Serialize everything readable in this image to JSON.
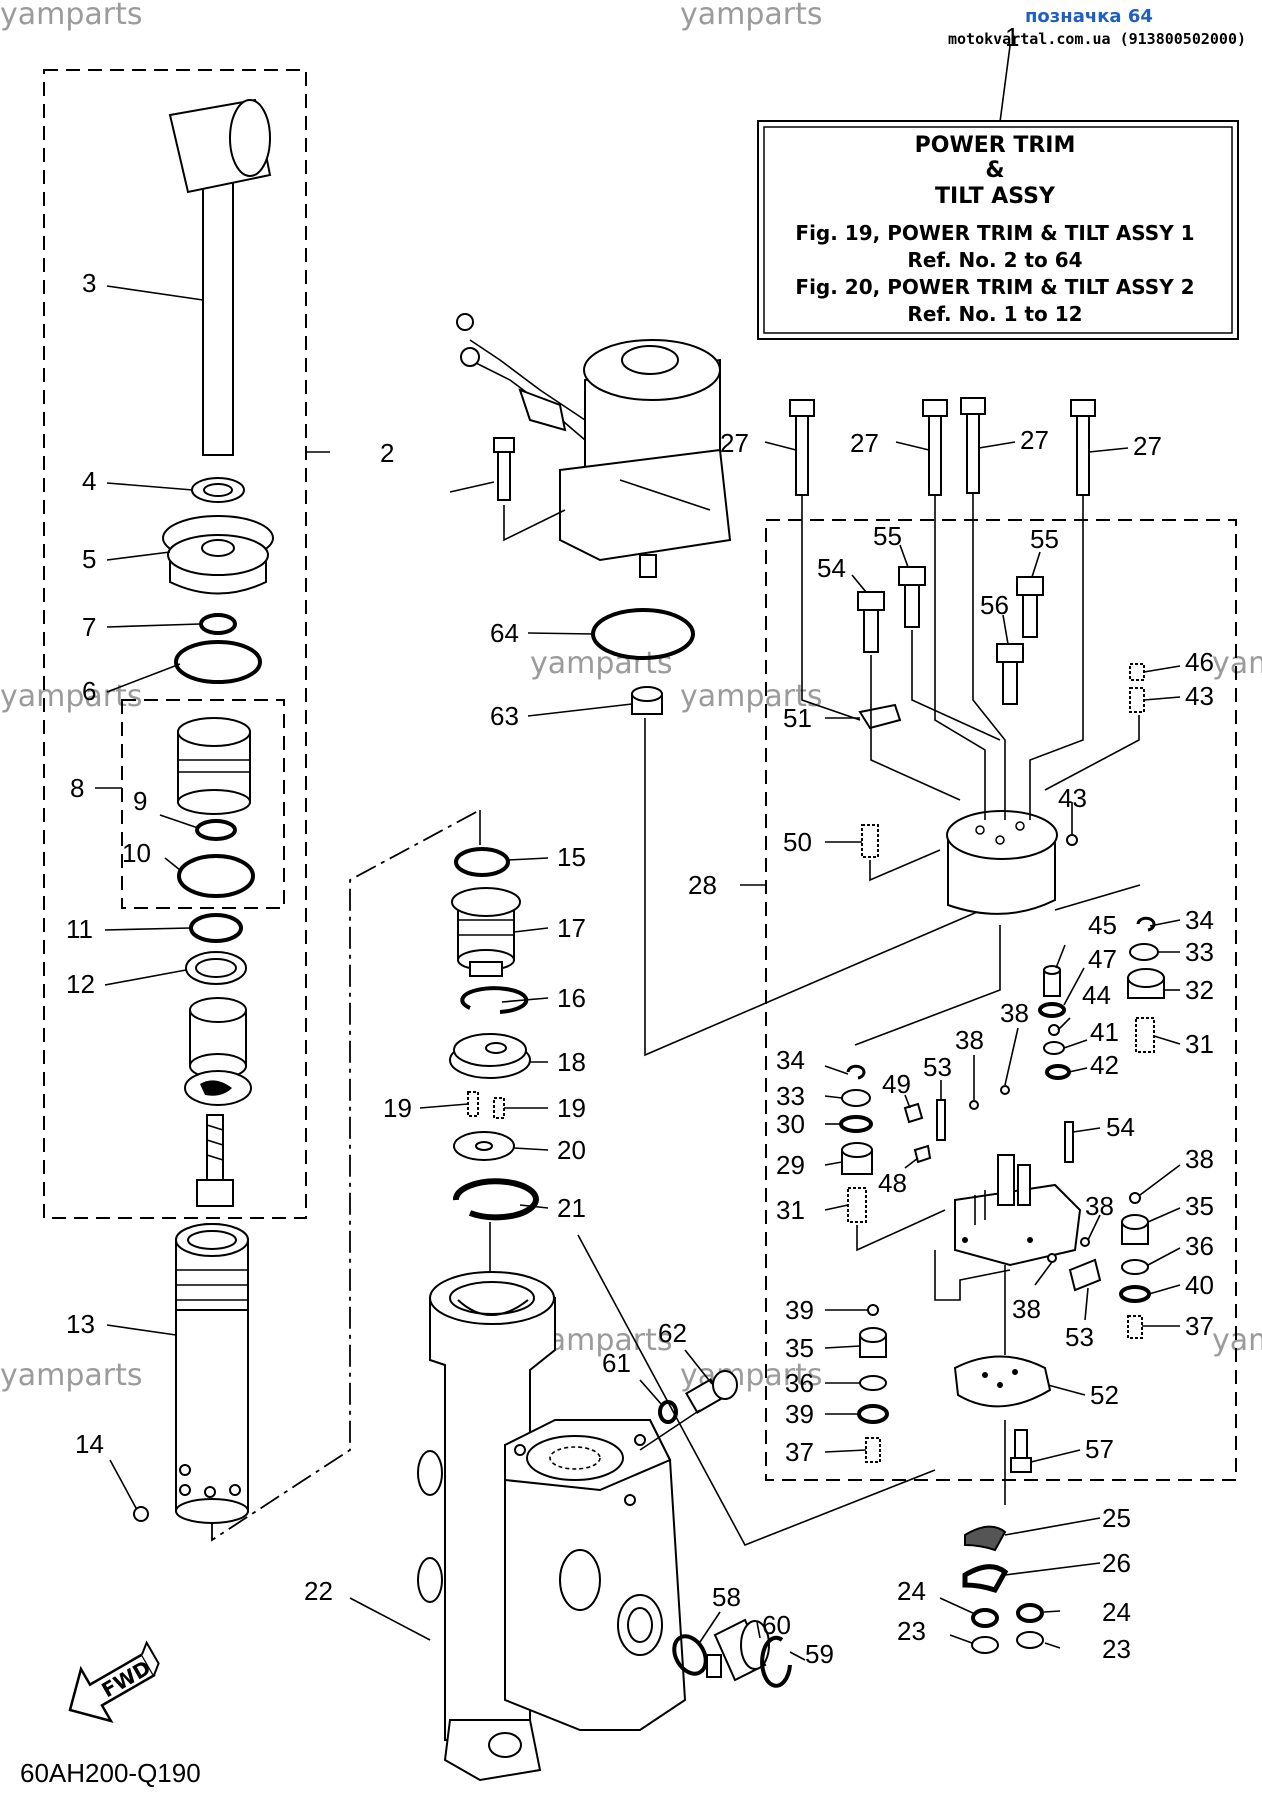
{
  "watermarks": [
    "yamparts",
    "yamparts",
    "yamparts",
    "yamparts",
    "yamparts",
    "yamparts",
    "yamparts",
    "yamparts",
    "yam",
    "yam"
  ],
  "header": {
    "ref_label": "позначка 64",
    "site": "motokvartal.com.ua (913800502000)"
  },
  "infobox": {
    "title_line1": "POWER TRIM",
    "title_line2": "&",
    "title_line3": "TILT ASSY",
    "fig19": "Fig. 19, POWER TRIM & TILT ASSY 1",
    "fig19_ref": "Ref. No. 2 to 64",
    "fig20": "Fig. 20, POWER TRIM & TILT ASSY 2",
    "fig20_ref": "Ref. No. 1 to 12",
    "callout": "1"
  },
  "diagram_code": "60AH200-Q190",
  "fwd_label": "FWD",
  "callouts": [
    "2",
    "3",
    "4",
    "5",
    "6",
    "7",
    "8",
    "9",
    "10",
    "11",
    "12",
    "13",
    "14",
    "15",
    "16",
    "17",
    "18",
    "19",
    "19",
    "20",
    "21",
    "22",
    "23",
    "23",
    "24",
    "24",
    "25",
    "26",
    "27",
    "27",
    "27",
    "27",
    "28",
    "29",
    "30",
    "31",
    "31",
    "32",
    "33",
    "33",
    "34",
    "34",
    "35",
    "35",
    "36",
    "36",
    "37",
    "37",
    "38",
    "38",
    "38",
    "38",
    "38",
    "39",
    "39",
    "40",
    "41",
    "42",
    "43",
    "43",
    "44",
    "45",
    "46",
    "47",
    "48",
    "49",
    "50",
    "51",
    "52",
    "53",
    "53",
    "54",
    "54",
    "55",
    "55",
    "56",
    "57",
    "58",
    "59",
    "60",
    "61",
    "62",
    "63",
    "64"
  ]
}
